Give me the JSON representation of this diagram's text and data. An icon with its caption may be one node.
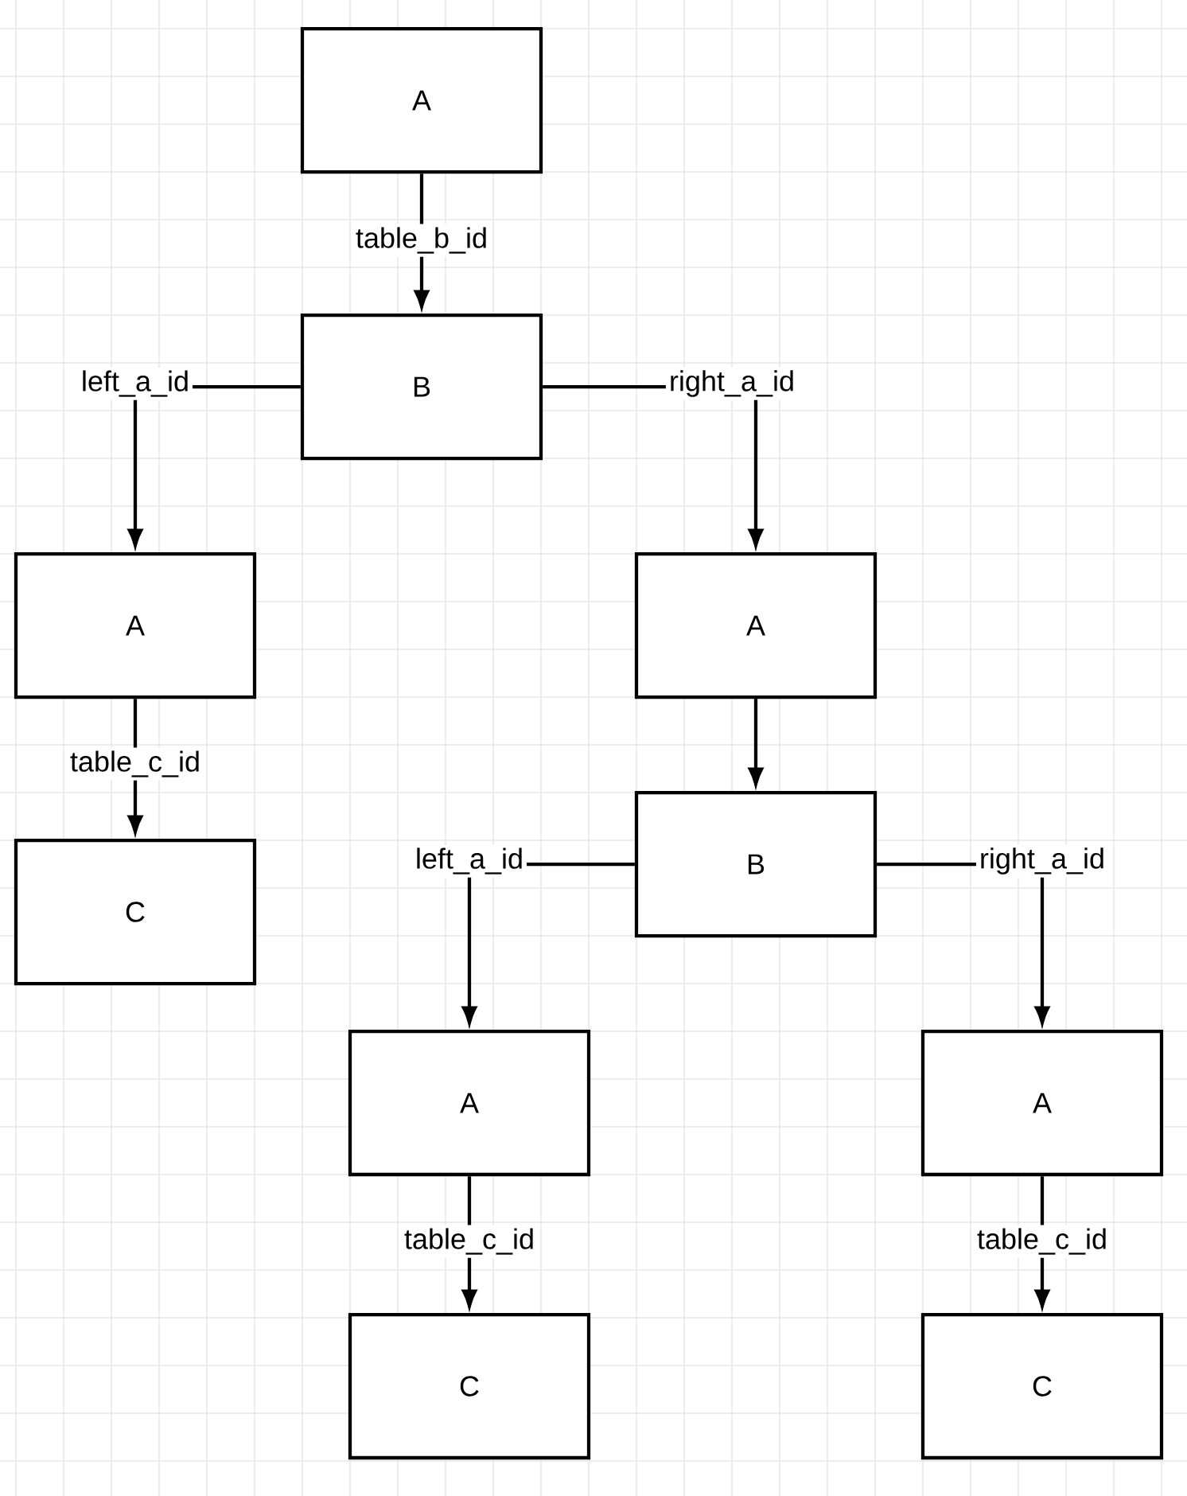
{
  "diagram": {
    "nodes": [
      {
        "text": [
          "A"
        ]
      },
      {
        "text": [
          "B"
        ]
      },
      {
        "text": [
          "A"
        ]
      },
      {
        "text": [
          "C"
        ]
      },
      {
        "text": [
          "A"
        ]
      },
      {
        "text": [
          "B"
        ]
      },
      {
        "text": [
          "A"
        ]
      },
      {
        "text": [
          "C"
        ]
      },
      {
        "text": [
          "A"
        ]
      },
      {
        "text": [
          "C"
        ]
      }
    ],
    "edges": [
      {
        "from": 0,
        "to": 1,
        "arrow": "to",
        "label": "table_b_id"
      },
      {
        "from": 1,
        "to": 2,
        "arrow": "to",
        "label": "left_a_id"
      },
      {
        "from": 1,
        "to": 4,
        "arrow": "to",
        "label": "right_a_id"
      },
      {
        "from": 2,
        "to": 3,
        "arrow": "to",
        "label": "table_c_id"
      },
      {
        "from": 4,
        "to": 5,
        "arrow": "to"
      },
      {
        "from": 5,
        "to": 6,
        "arrow": "to",
        "label": "left_a_id"
      },
      {
        "from": 5,
        "to": 8,
        "arrow": "to",
        "label": "right_a_id"
      },
      {
        "from": 6,
        "to": 7,
        "arrow": "to",
        "label": "table_c_id"
      },
      {
        "from": 8,
        "to": 9,
        "arrow": "to",
        "label": "table_c_id"
      }
    ]
  }
}
